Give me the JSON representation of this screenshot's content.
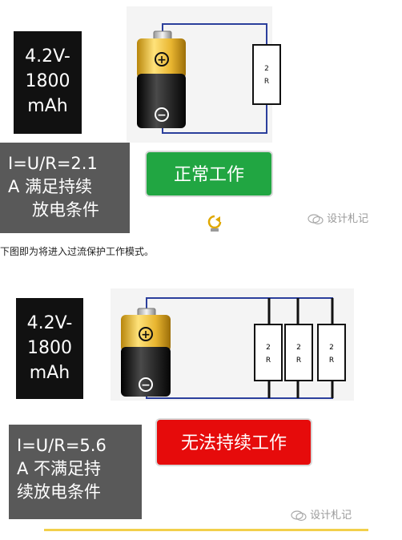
{
  "colors": {
    "ok_green": "#21a642",
    "fail_red": "#e60b0b",
    "accent_yellow": "#f2d04b",
    "wire_blue": "#2b3f9c"
  },
  "diagram1": {
    "battery_spec": [
      "4.2V-",
      "1800",
      "mAh"
    ],
    "calc": [
      "I=U/R=2.1",
      "A 满足持续",
      "放电条件"
    ],
    "status": "正常工作",
    "resistor_label": [
      "2",
      "R"
    ],
    "battery_plus": "+",
    "battery_minus": "−",
    "watermark": "设计札记"
  },
  "caption": "下图即为将进入过流保护工作模式。",
  "diagram2": {
    "battery_spec": [
      "4.2V-",
      "1800",
      "mAh"
    ],
    "calc": [
      "I=U/R=5.6",
      "A 不满足持",
      "续放电条件"
    ],
    "status": "无法持续工作",
    "resistors": [
      {
        "label": [
          "2",
          "R"
        ]
      },
      {
        "label": [
          "2",
          "R"
        ]
      },
      {
        "label": [
          "2",
          "R"
        ]
      }
    ],
    "battery_plus": "+",
    "battery_minus": "−",
    "watermark": "设计札记"
  }
}
